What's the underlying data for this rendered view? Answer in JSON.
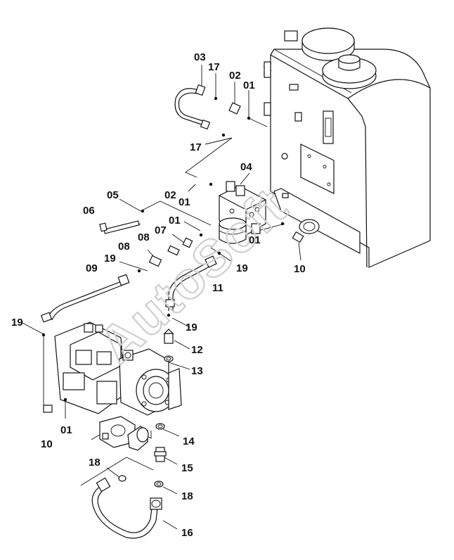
{
  "diagram": {
    "watermark_text": "AutoSoft",
    "labels": {
      "l03": "03",
      "l17a": "17",
      "l02a": "02",
      "l01a": "01",
      "l17b": "17",
      "l04": "04",
      "l05": "05",
      "l02b": "02",
      "l01b": "01",
      "l06": "06",
      "l01c": "01",
      "l07": "07",
      "l08a": "08",
      "l08b": "08",
      "l01d": "01",
      "l19a": "19",
      "l19b": "19",
      "l10a": "10",
      "l09": "09",
      "l11": "11",
      "l19c": "19",
      "l19d": "19",
      "l12": "12",
      "l13": "13",
      "l10b": "10",
      "l01e": "01",
      "l14": "14",
      "l15": "15",
      "l18a": "18",
      "l18b": "18",
      "l16": "16"
    }
  }
}
